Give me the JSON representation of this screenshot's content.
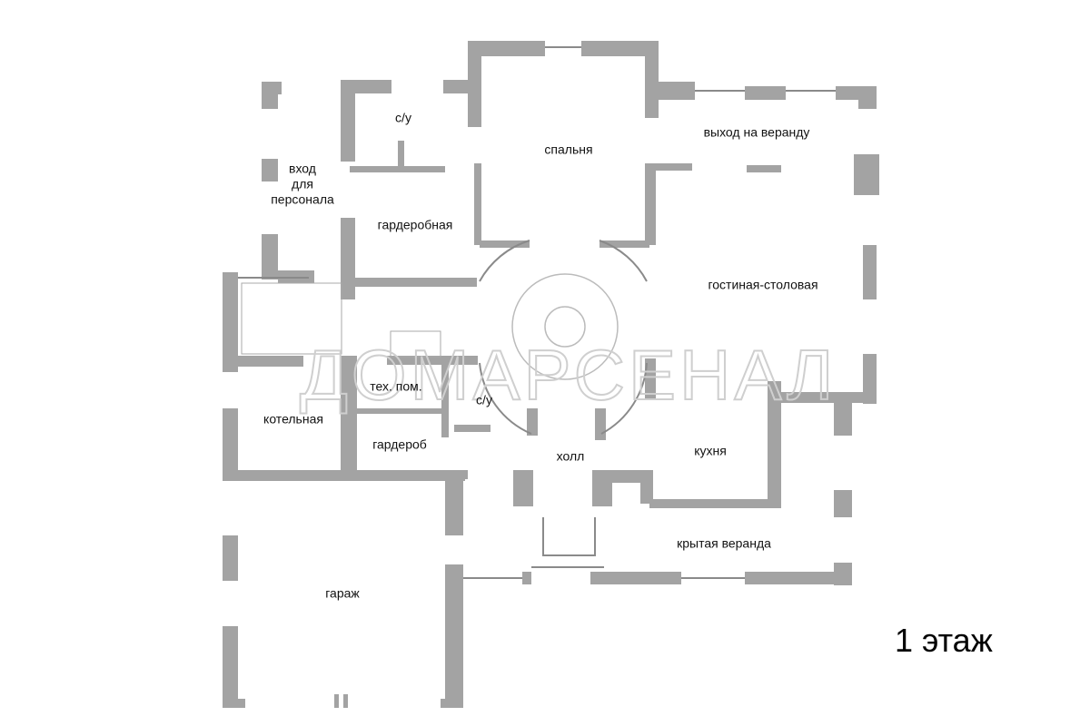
{
  "plan": {
    "floor_label": "1 этаж",
    "watermark": "ДОМАРСЕНАЛ",
    "rooms": {
      "wc_top": "с/у",
      "staff_entrance": [
        "вход",
        "для",
        "персонала"
      ],
      "bedroom": "спальня",
      "veranda_exit": "выход на веранду",
      "dressing_room": "гардеробная",
      "living_dining": "гостиная-столовая",
      "tech_room": "тех. пом.",
      "wc_hall": "с/у",
      "boiler_room": "котельная",
      "cloakroom": "гардероб",
      "hall": "холл",
      "kitchen": "кухня",
      "covered_veranda": "крытая веранда",
      "garage": "гараж"
    }
  }
}
